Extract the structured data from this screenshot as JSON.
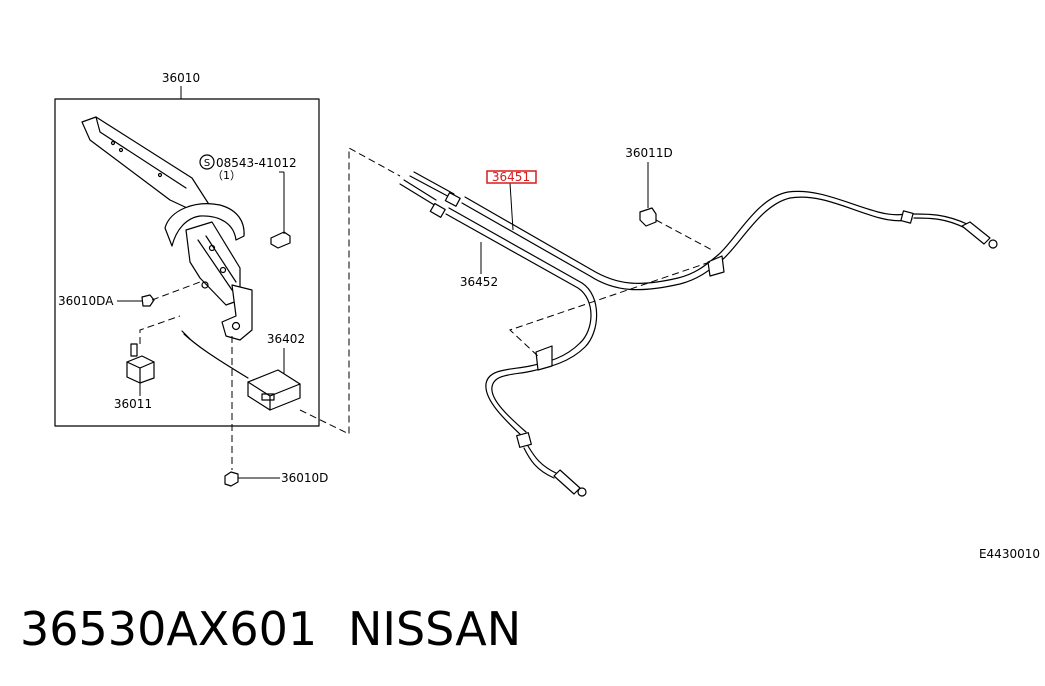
{
  "diagram": {
    "labels": {
      "lever_assembly": "36010",
      "bolt": "08543-41012",
      "bolt_symbol": "S",
      "bolt_qty": "（1）",
      "nut_bracket": "36010DA",
      "switch": "36011",
      "rod": "36402",
      "nut_bottom": "36010D",
      "front_cable": "36451",
      "rear_cable": "36452",
      "bracket_bolt": "36011D",
      "diagram_code": "E4430010"
    },
    "highlight_color": "#d81b1b",
    "part_number": "36530AX601",
    "brand": "NISSAN"
  }
}
